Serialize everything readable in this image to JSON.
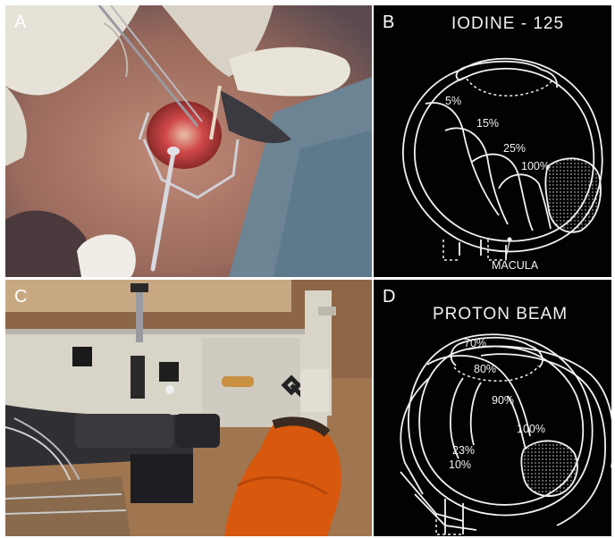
{
  "panels": {
    "a": {
      "label": "A"
    },
    "b": {
      "label": "B",
      "title": "IODINE - 125",
      "dose_labels": [
        "5%",
        "15%",
        "25%",
        "100%"
      ],
      "macula_label": "MACULA"
    },
    "c": {
      "label": "C"
    },
    "d": {
      "label": "D",
      "title": "PROTON BEAM",
      "dose_labels": [
        "70%",
        "80%",
        "90%",
        "100%",
        "23%",
        "10%"
      ]
    }
  },
  "colors": {
    "diagram_background": "#020202",
    "diagram_lines": "#f2f2f2",
    "label_text": "#ffffff",
    "gutter": "#ffffff"
  }
}
